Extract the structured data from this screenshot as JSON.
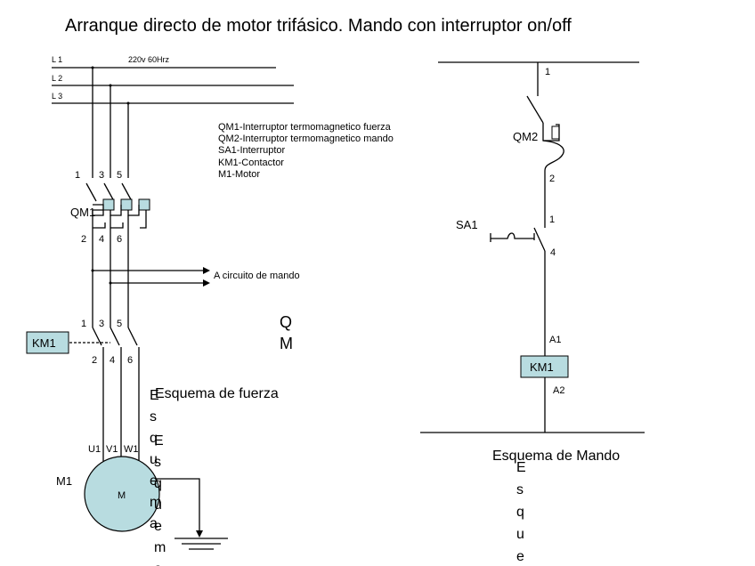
{
  "title": "Arranque directo de motor trifásico. Mando con interruptor on/off",
  "supply": {
    "lines": [
      "L 1",
      "L 2",
      "L 3"
    ],
    "rating": "220v 60Hrz"
  },
  "legend": [
    "QM1-Interruptor termomagnetico fuerza",
    "QM2-Interruptor termomagnetico mando",
    "SA1-Interruptor",
    "KM1-Contactor",
    "M1-Motor"
  ],
  "power": {
    "qm1_label": "QM1",
    "qm1_top": [
      "1",
      "3",
      "5"
    ],
    "qm1_bottom": [
      "2",
      "4",
      "6"
    ],
    "control_arrow": "A circuito de mando",
    "km1_label": "KM1",
    "km1_top": [
      "1",
      "3",
      "5"
    ],
    "km1_bottom": [
      "2",
      "4",
      "6"
    ],
    "motor_terminals": [
      "U1",
      "V1",
      "W1"
    ],
    "motor_label": "M1",
    "motor_symbol": "M",
    "stray_q": "Q",
    "stray_m": "M",
    "caption": "Esquema de fuerza",
    "vertical_text": "Esquema",
    "vertical_text_2": "Esquema"
  },
  "control": {
    "terminal_1": "1",
    "qm2_label": "QM2",
    "terminal_2": "2",
    "sa1_top": "1",
    "sa1_label": "SA1",
    "sa1_bottom": "4",
    "a1": "A1",
    "km1_label": "KM1",
    "a2": "A2",
    "caption": "Esquema de Mando",
    "vertical_text": "Esque"
  }
}
